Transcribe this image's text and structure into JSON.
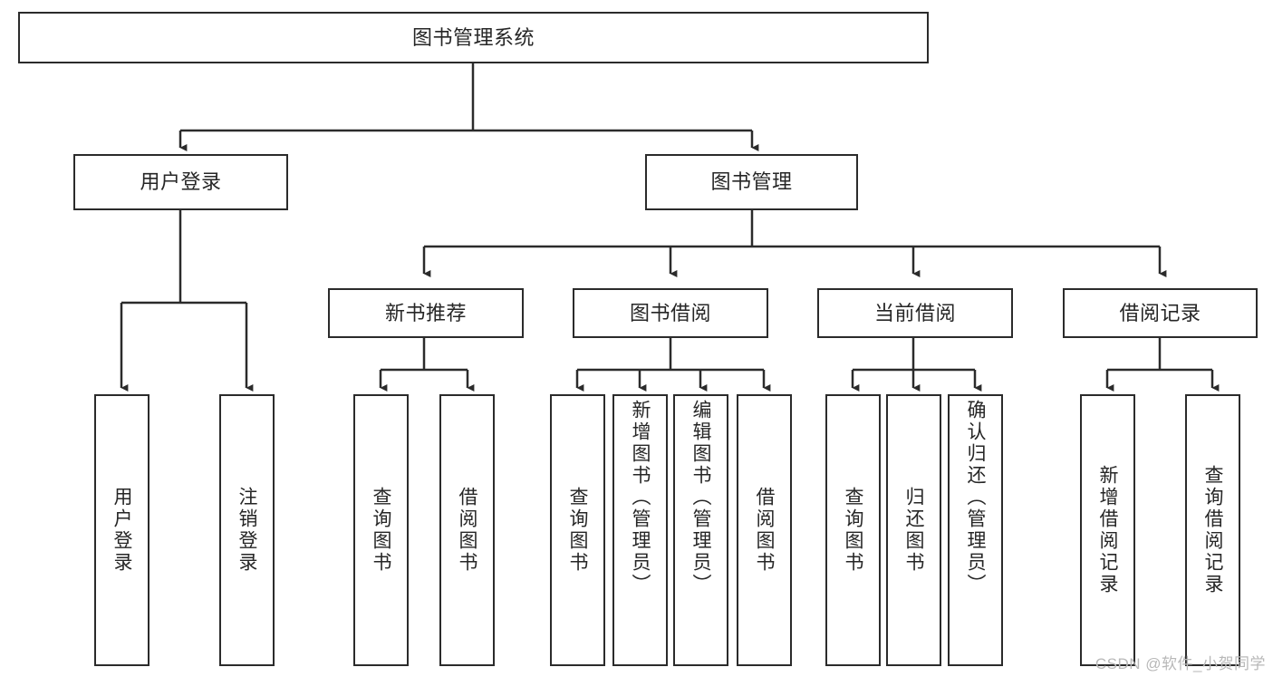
{
  "diagram": {
    "title": "图书管理系统",
    "watermark": "CSDN @软件_小贺同学",
    "stroke_color": "#2b2b2b",
    "text_color": "#262626",
    "background": "#ffffff",
    "root": {
      "label": "图书管理系统",
      "orientation": "horizontal"
    },
    "level2": [
      {
        "label": "用户登录",
        "orientation": "horizontal"
      },
      {
        "label": "图书管理",
        "orientation": "horizontal"
      }
    ],
    "level3": [
      {
        "label": "新书推荐",
        "orientation": "horizontal",
        "parent": "图书管理"
      },
      {
        "label": "图书借阅",
        "orientation": "horizontal",
        "parent": "图书管理"
      },
      {
        "label": "当前借阅",
        "orientation": "horizontal",
        "parent": "图书管理"
      },
      {
        "label": "借阅记录",
        "orientation": "horizontal",
        "parent": "图书管理"
      }
    ],
    "leaves": {
      "user_login": [
        {
          "label": "用户登录",
          "orientation": "vertical"
        },
        {
          "label": "注销登录",
          "orientation": "vertical"
        }
      ],
      "new_book_recommend": [
        {
          "label": "查询图书",
          "orientation": "vertical"
        },
        {
          "label": "借阅图书",
          "orientation": "vertical"
        }
      ],
      "book_borrow": [
        {
          "label": "查询图书",
          "orientation": "vertical"
        },
        {
          "label": "新增图书（管理员）",
          "orientation": "vertical"
        },
        {
          "label": "编辑图书（管理员）",
          "orientation": "vertical"
        },
        {
          "label": "借阅图书",
          "orientation": "vertical"
        }
      ],
      "current_borrow": [
        {
          "label": "查询图书",
          "orientation": "vertical"
        },
        {
          "label": "归还图书",
          "orientation": "vertical"
        },
        {
          "label": "确认归还（管理员）",
          "orientation": "vertical"
        }
      ],
      "borrow_record": [
        {
          "label": "新增借阅记录",
          "orientation": "vertical"
        },
        {
          "label": "查询借阅记录",
          "orientation": "vertical"
        }
      ]
    }
  }
}
